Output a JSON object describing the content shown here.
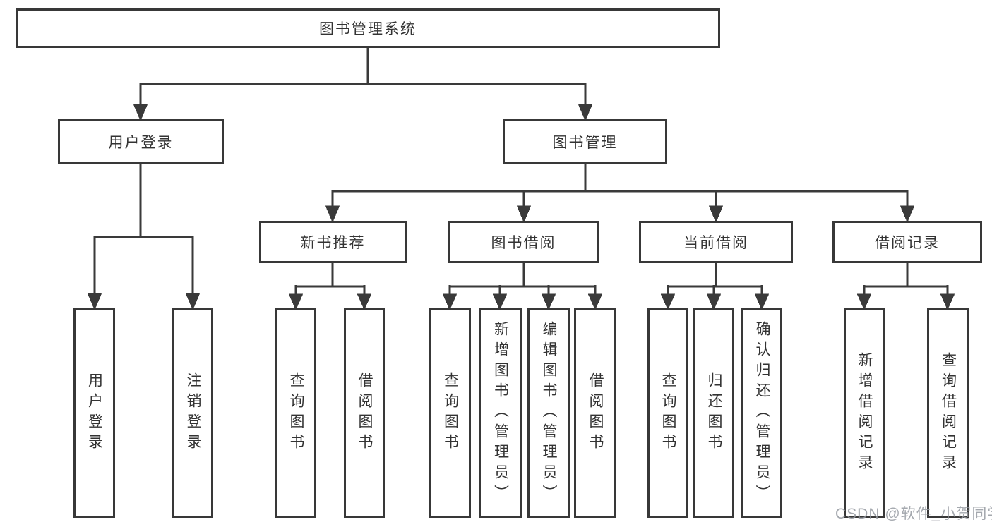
{
  "tree": {
    "label": "图书管理系统",
    "children": [
      {
        "label": "用户登录",
        "children": [
          {
            "label": "用户登录"
          },
          {
            "label": "注销登录"
          }
        ]
      },
      {
        "label": "图书管理",
        "children": [
          {
            "label": "新书推荐",
            "children": [
              {
                "label": "查询图书"
              },
              {
                "label": "借阅图书"
              }
            ]
          },
          {
            "label": "图书借阅",
            "children": [
              {
                "label": "查询图书"
              },
              {
                "label": "新增图书（管理员）"
              },
              {
                "label": "编辑图书（管理员）"
              },
              {
                "label": "借阅图书"
              }
            ]
          },
          {
            "label": "当前借阅",
            "children": [
              {
                "label": "查询图书"
              },
              {
                "label": "归还图书"
              },
              {
                "label": "确认归还（管理员）"
              }
            ]
          },
          {
            "label": "借阅记录",
            "children": [
              {
                "label": "新增借阅记录"
              },
              {
                "label": "查询借阅记录"
              }
            ]
          }
        ]
      }
    ]
  },
  "watermark": {
    "text": "CSDN @软件_小贺同学"
  },
  "colors": {
    "line": "#3a3a3a",
    "text": "#333333",
    "background": "#ffffff"
  }
}
